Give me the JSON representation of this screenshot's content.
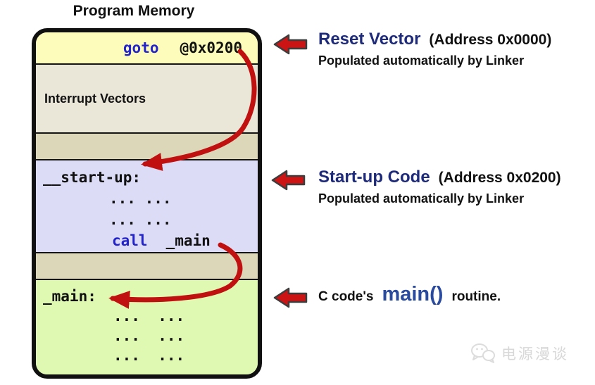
{
  "title": "Program Memory",
  "memory_box": {
    "reset_vector": {
      "keyword": "goto",
      "operand": "@0x0200"
    },
    "interrupt_vectors": {
      "label": "Interrupt Vectors"
    },
    "startup_block": {
      "label": "__start-up:",
      "dots_1": "... ...",
      "dots_2": "... ...",
      "call_keyword": "call",
      "call_operand": "_main"
    },
    "main_block": {
      "label": "_main:",
      "dots_1": "...  ...",
      "dots_2": "...  ...",
      "dots_3": "...  ..."
    }
  },
  "annotations": {
    "reset": {
      "title": "Reset Vector",
      "address": "(Address 0x0000)",
      "subtitle": "Populated automatically by Linker"
    },
    "startup": {
      "title": "Start-up Code",
      "address": "(Address 0x0200)",
      "subtitle": "Populated automatically by Linker"
    },
    "main": {
      "prefix": "C code's",
      "highlight": "main()",
      "suffix": "routine."
    }
  },
  "watermark": {
    "text": "电源漫谈"
  },
  "colors": {
    "accent_red": "#c01010",
    "headline_navy": "#1e2a7a",
    "code_keyword_blue": "#2323cc",
    "main_highlight_blue": "#2a4a9d",
    "reset_section_yellow": "#fdfcba",
    "ivt_section_beige": "#eae7d8",
    "gap_section_tan": "#dbd7b8",
    "startup_section_lavender": "#dcdcf7",
    "main_section_green": "#dff8b2"
  }
}
